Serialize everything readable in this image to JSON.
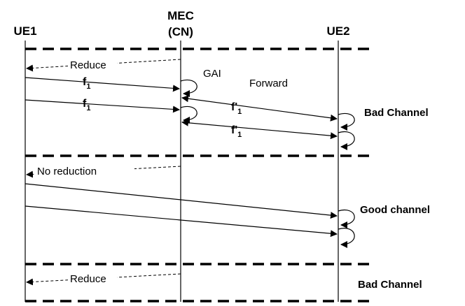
{
  "nodes": {
    "ue1": "UE1",
    "mec_line1": "MEC",
    "mec_line2": "(CN)",
    "ue2": "UE2"
  },
  "messages": {
    "reduce_1": "Reduce",
    "gai": "GAI",
    "forward": "Forward",
    "f": "f",
    "f_prime": "f'",
    "subscript": "1",
    "no_reduction": "No reduction",
    "reduce_2": "Reduce"
  },
  "states": {
    "bad_1": "Bad Channel",
    "good": "Good channel",
    "bad_2": "Bad Channel"
  }
}
